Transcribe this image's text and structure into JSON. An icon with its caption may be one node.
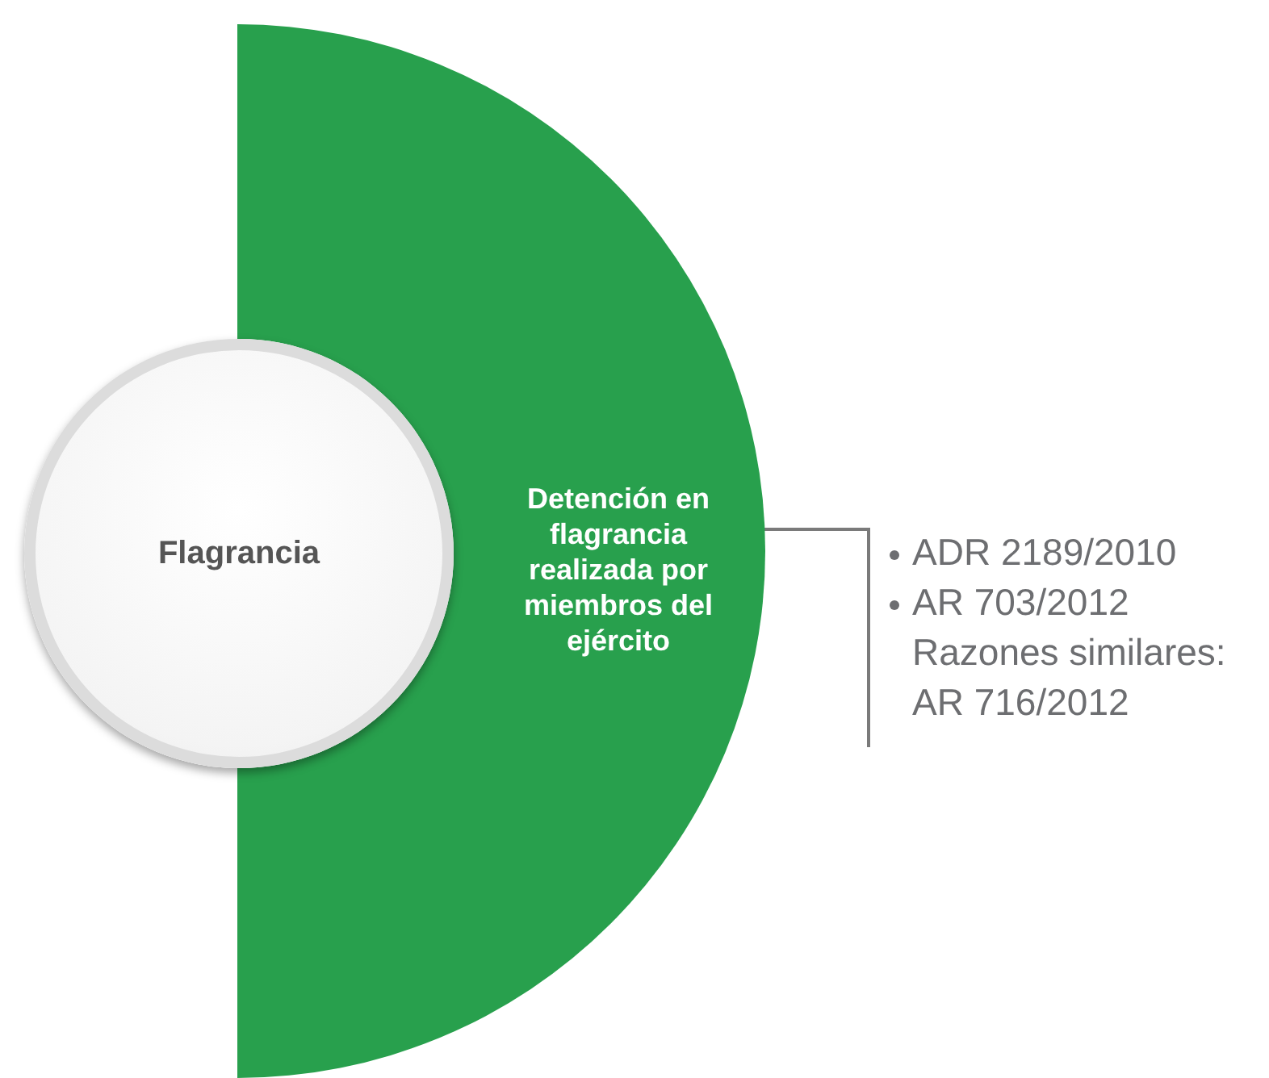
{
  "diagram": {
    "nodes": [
      {
        "text": [
          "Flagrancia"
        ]
      },
      {
        "text": [
          "Detención en flagrancia realizada por miembros del ejército"
        ]
      },
      {
        "text": [
          "ADR 2189/2010",
          "AR 703/2012 Razones similares: AR 716/2012"
        ]
      }
    ],
    "edges": [
      {
        "from": 1,
        "to": 2,
        "arrow": "none"
      }
    ]
  }
}
